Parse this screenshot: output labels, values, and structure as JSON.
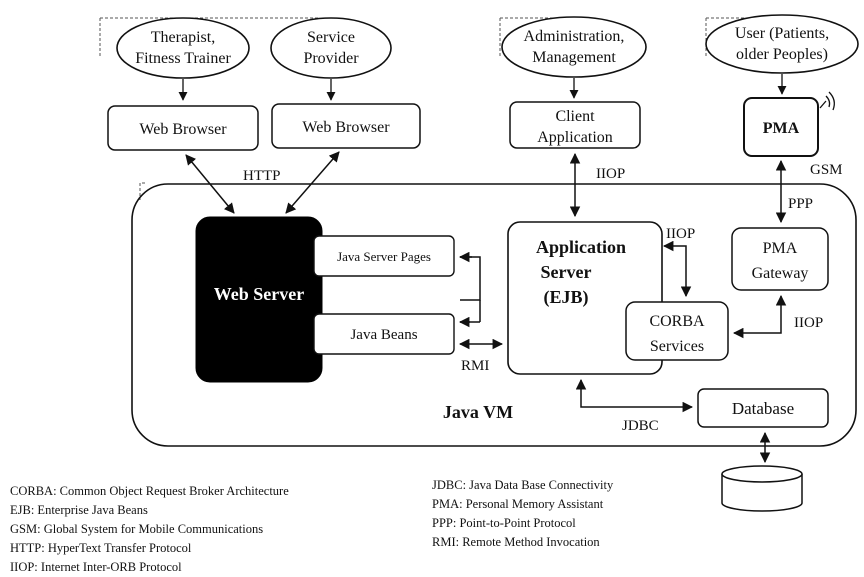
{
  "actors": {
    "therapist": [
      "Therapist,",
      "Fitness Trainer"
    ],
    "provider": [
      "Service",
      "Provider"
    ],
    "admin": [
      "Administration,",
      "Management"
    ],
    "user": [
      "User (Patients,",
      "older Peoples)"
    ]
  },
  "boxes": {
    "web_browser_1": "Web Browser",
    "web_browser_2": "Web Browser",
    "client_app": [
      "Client",
      "Application"
    ],
    "pma": "PMA",
    "web_server": "Web Server",
    "jsp": "Java Server Pages",
    "java_beans": "Java Beans",
    "app_server": [
      "Application",
      "Server",
      "(EJB)"
    ],
    "corba": [
      "CORBA",
      "Services"
    ],
    "pma_gateway": [
      "PMA",
      "Gateway"
    ],
    "database": "Database"
  },
  "labels": {
    "http": "HTTP",
    "iiop_client": "IIOP",
    "gsm": "GSM",
    "ppp": "PPP",
    "iiop_corba": "IIOP",
    "iiop_gateway": "IIOP",
    "rmi": "RMI",
    "jdbc": "JDBC",
    "java_vm": "Java VM"
  },
  "legend_left": [
    "CORBA: Common Object Request Broker Architecture",
    "EJB: Enterprise Java Beans",
    "GSM: Global System for Mobile Communications",
    "HTTP: HyperText Transfer Protocol",
    "IIOP: Internet Inter-ORB Protocol"
  ],
  "legend_right": [
    "JDBC: Java Data Base Connectivity",
    "PMA: Personal Memory Assistant",
    "PPP: Point-to-Point Protocol",
    "RMI: Remote Method Invocation"
  ],
  "colors": {
    "web_server_fill": "#000000",
    "line": "#111111"
  }
}
